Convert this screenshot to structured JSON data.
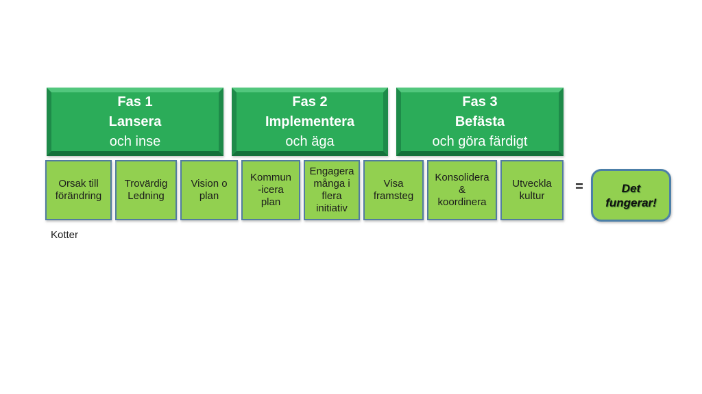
{
  "phases": [
    {
      "name": "Fas 1",
      "bold_line": "Lansera",
      "sub_line": "och inse"
    },
    {
      "name": "Fas 2",
      "bold_line": "Implementera",
      "sub_line": "och äga"
    },
    {
      "name": "Fas 3",
      "bold_line": "Befästa",
      "sub_line": "och göra färdigt"
    }
  ],
  "steps": [
    {
      "label": "Orsak till\nförändring"
    },
    {
      "label": "Trovärdig\nLedning"
    },
    {
      "label": "Vision o\nplan"
    },
    {
      "label": "Kommun\n-icera\nplan"
    },
    {
      "label": "Engagera\nmånga i\nflera\ninitiativ"
    },
    {
      "label": "Visa\nframsteg"
    },
    {
      "label": "Konsolidera\n&\nkoordinera"
    },
    {
      "label": "Utveckla\nkultur"
    }
  ],
  "equals_sign": "=",
  "result": {
    "label": "Det\nfungerar!"
  },
  "attribution": "Kotter",
  "colors": {
    "phase_fill": "#2BAC59",
    "phase_bevel_light": "#52C77D",
    "phase_bevel_dark": "#1E8A49",
    "phase_bevel_darker": "#14703A",
    "phase_text": "#FFFFFF",
    "step_fill": "#92D050",
    "step_border": "#527CA0",
    "result_border": "#4C7FA8",
    "text_dark": "#1B1B1B"
  }
}
